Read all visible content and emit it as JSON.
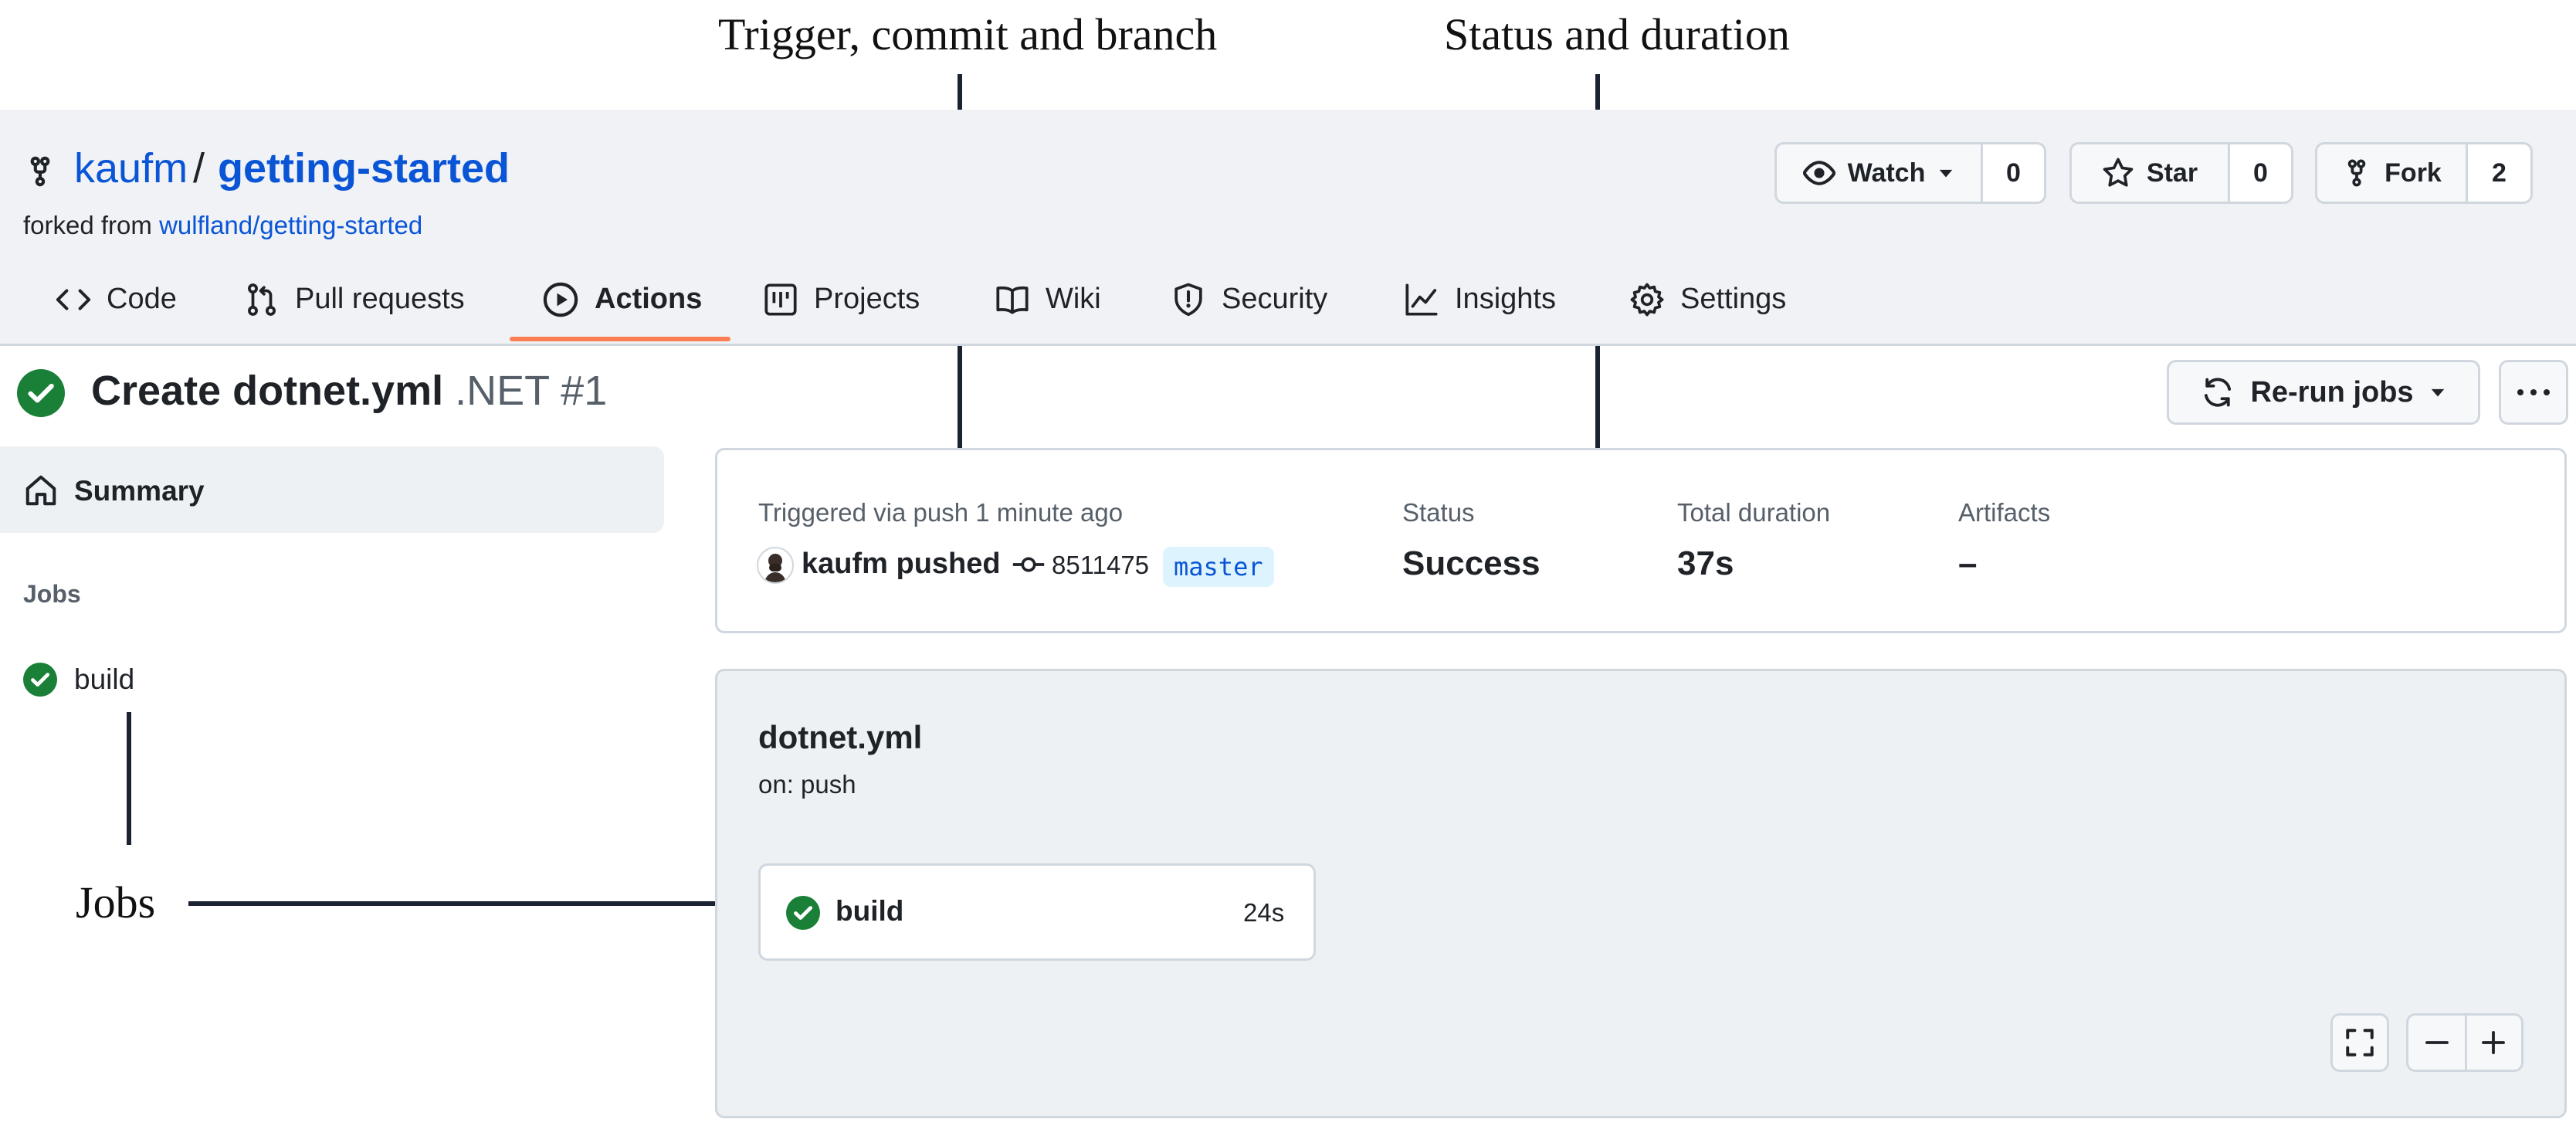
{
  "annotations": {
    "trigger": "Trigger, commit and branch",
    "status": "Status and duration",
    "jobs": "Jobs"
  },
  "repo": {
    "owner": "kaufm",
    "separator": "/",
    "name": "getting-started",
    "forked_prefix": "forked from",
    "forked_from": "wulfland/getting-started",
    "watch": {
      "label": "Watch",
      "count": "0"
    },
    "star": {
      "label": "Star",
      "count": "0"
    },
    "fork": {
      "label": "Fork",
      "count": "2"
    }
  },
  "tabs": [
    {
      "label": "Code",
      "icon": "code-icon"
    },
    {
      "label": "Pull requests",
      "icon": "pull-request-icon"
    },
    {
      "label": "Actions",
      "icon": "play-icon",
      "active": true
    },
    {
      "label": "Projects",
      "icon": "project-icon"
    },
    {
      "label": "Wiki",
      "icon": "book-icon"
    },
    {
      "label": "Security",
      "icon": "shield-icon"
    },
    {
      "label": "Insights",
      "icon": "graph-icon"
    },
    {
      "label": "Settings",
      "icon": "gear-icon"
    }
  ],
  "run": {
    "title": "Create dotnet.yml",
    "workflow": ".NET #1",
    "rerun_label": "Re-run jobs"
  },
  "sidebar": {
    "summary": "Summary",
    "jobs_heading": "Jobs",
    "jobs": [
      {
        "label": "build",
        "status": "success"
      }
    ]
  },
  "summary": {
    "trigger_label": "Triggered via push 1 minute ago",
    "actor": "kaufm pushed",
    "commit": "8511475",
    "branch": "master",
    "status_label": "Status",
    "status_value": "Success",
    "duration_label": "Total duration",
    "duration_value": "37s",
    "artifacts_label": "Artifacts",
    "artifacts_value": "–"
  },
  "workflow": {
    "file": "dotnet.yml",
    "on": "on: push",
    "job": {
      "label": "build",
      "duration": "24s"
    }
  },
  "colors": {
    "accent_orange": "#fd7e52",
    "link_blue": "#0a55d6",
    "success_green": "#1a7f37",
    "header_bg": "#f0f2f5"
  }
}
